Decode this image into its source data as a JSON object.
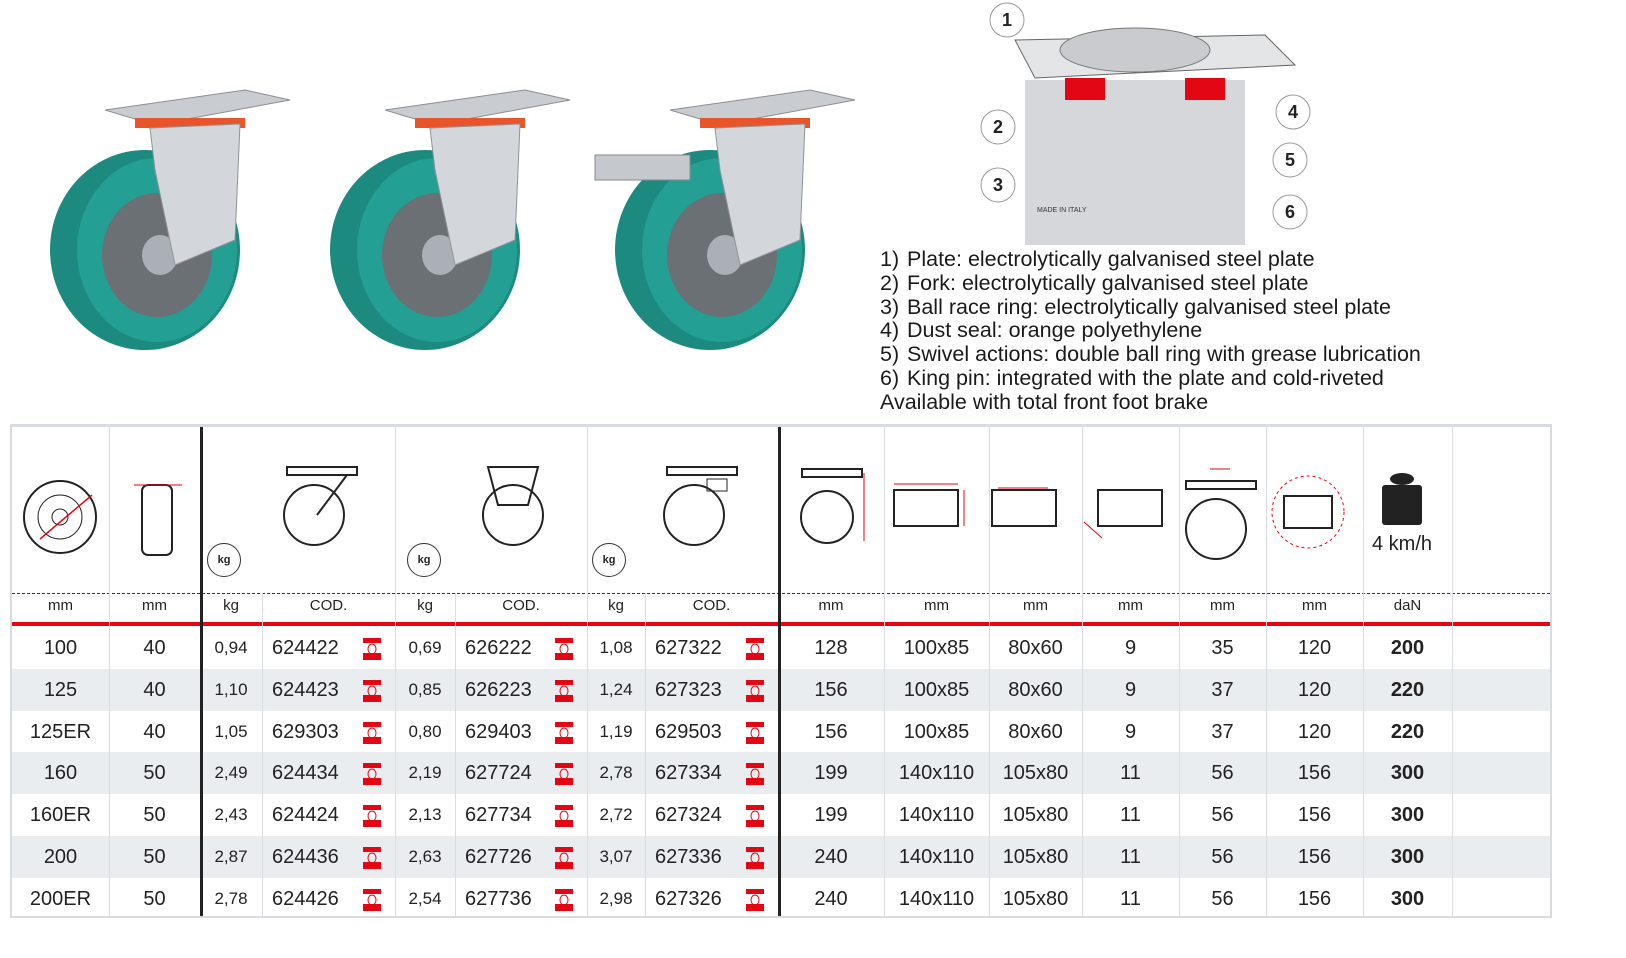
{
  "features": [
    {
      "num": "1)",
      "text": "Plate: electrolytically galvanised steel plate"
    },
    {
      "num": "2)",
      "text": "Fork: electrolytically galvanised steel plate"
    },
    {
      "num": "3)",
      "text": "Ball race ring: electrolytically galvanised steel plate"
    },
    {
      "num": "4)",
      "text": "Dust seal: orange polyethylene"
    },
    {
      "num": "5)",
      "text": "Swivel actions: double ball ring with grease lubrication"
    },
    {
      "num": "6)",
      "text": "King pin: integrated with the plate and cold-riveted"
    }
  ],
  "brake_note": "Available with total front foot brake",
  "diagram": {
    "callouts": [
      "1",
      "2",
      "3",
      "4",
      "5",
      "6"
    ],
    "mark": "MADE IN ITALY"
  },
  "table": {
    "speed_label": "4 km/h",
    "kg_icon_label": "kg",
    "units": [
      "mm",
      "mm",
      "kg",
      "COD.",
      "kg",
      "COD.",
      "kg",
      "COD.",
      "mm",
      "mm",
      "mm",
      "mm",
      "mm",
      "mm",
      "daN"
    ],
    "colors": {
      "accent": "#e30613",
      "alt_row": "#eaedf0"
    },
    "rows": [
      {
        "d": "100",
        "w": "40",
        "kg1": "0,94",
        "c1": "624422",
        "kg2": "0,69",
        "c2": "626222",
        "kg3": "1,08",
        "c3": "627322",
        "h": "128",
        "plate": "100x85",
        "holes": "80x60",
        "bolt": "9",
        "off": "35",
        "rad": "120",
        "load": "200"
      },
      {
        "d": "125",
        "w": "40",
        "kg1": "1,10",
        "c1": "624423",
        "kg2": "0,85",
        "c2": "626223",
        "kg3": "1,24",
        "c3": "627323",
        "h": "156",
        "plate": "100x85",
        "holes": "80x60",
        "bolt": "9",
        "off": "37",
        "rad": "120",
        "load": "220"
      },
      {
        "d": "125ER",
        "w": "40",
        "kg1": "1,05",
        "c1": "629303",
        "kg2": "0,80",
        "c2": "629403",
        "kg3": "1,19",
        "c3": "629503",
        "h": "156",
        "plate": "100x85",
        "holes": "80x60",
        "bolt": "9",
        "off": "37",
        "rad": "120",
        "load": "220"
      },
      {
        "d": "160",
        "w": "50",
        "kg1": "2,49",
        "c1": "624434",
        "kg2": "2,19",
        "c2": "627724",
        "kg3": "2,78",
        "c3": "627334",
        "h": "199",
        "plate": "140x110",
        "holes": "105x80",
        "bolt": "11",
        "off": "56",
        "rad": "156",
        "load": "300"
      },
      {
        "d": "160ER",
        "w": "50",
        "kg1": "2,43",
        "c1": "624424",
        "kg2": "2,13",
        "c2": "627734",
        "kg3": "2,72",
        "c3": "627324",
        "h": "199",
        "plate": "140x110",
        "holes": "105x80",
        "bolt": "11",
        "off": "56",
        "rad": "156",
        "load": "300"
      },
      {
        "d": "200",
        "w": "50",
        "kg1": "2,87",
        "c1": "624436",
        "kg2": "2,63",
        "c2": "627726",
        "kg3": "3,07",
        "c3": "627336",
        "h": "240",
        "plate": "140x110",
        "holes": "105x80",
        "bolt": "11",
        "off": "56",
        "rad": "156",
        "load": "300"
      },
      {
        "d": "200ER",
        "w": "50",
        "kg1": "2,78",
        "c1": "624426",
        "kg2": "2,54",
        "c2": "627736",
        "kg3": "2,98",
        "c3": "627326",
        "h": "240",
        "plate": "140x110",
        "holes": "105x80",
        "bolt": "11",
        "off": "56",
        "rad": "156",
        "load": "300"
      }
    ]
  }
}
